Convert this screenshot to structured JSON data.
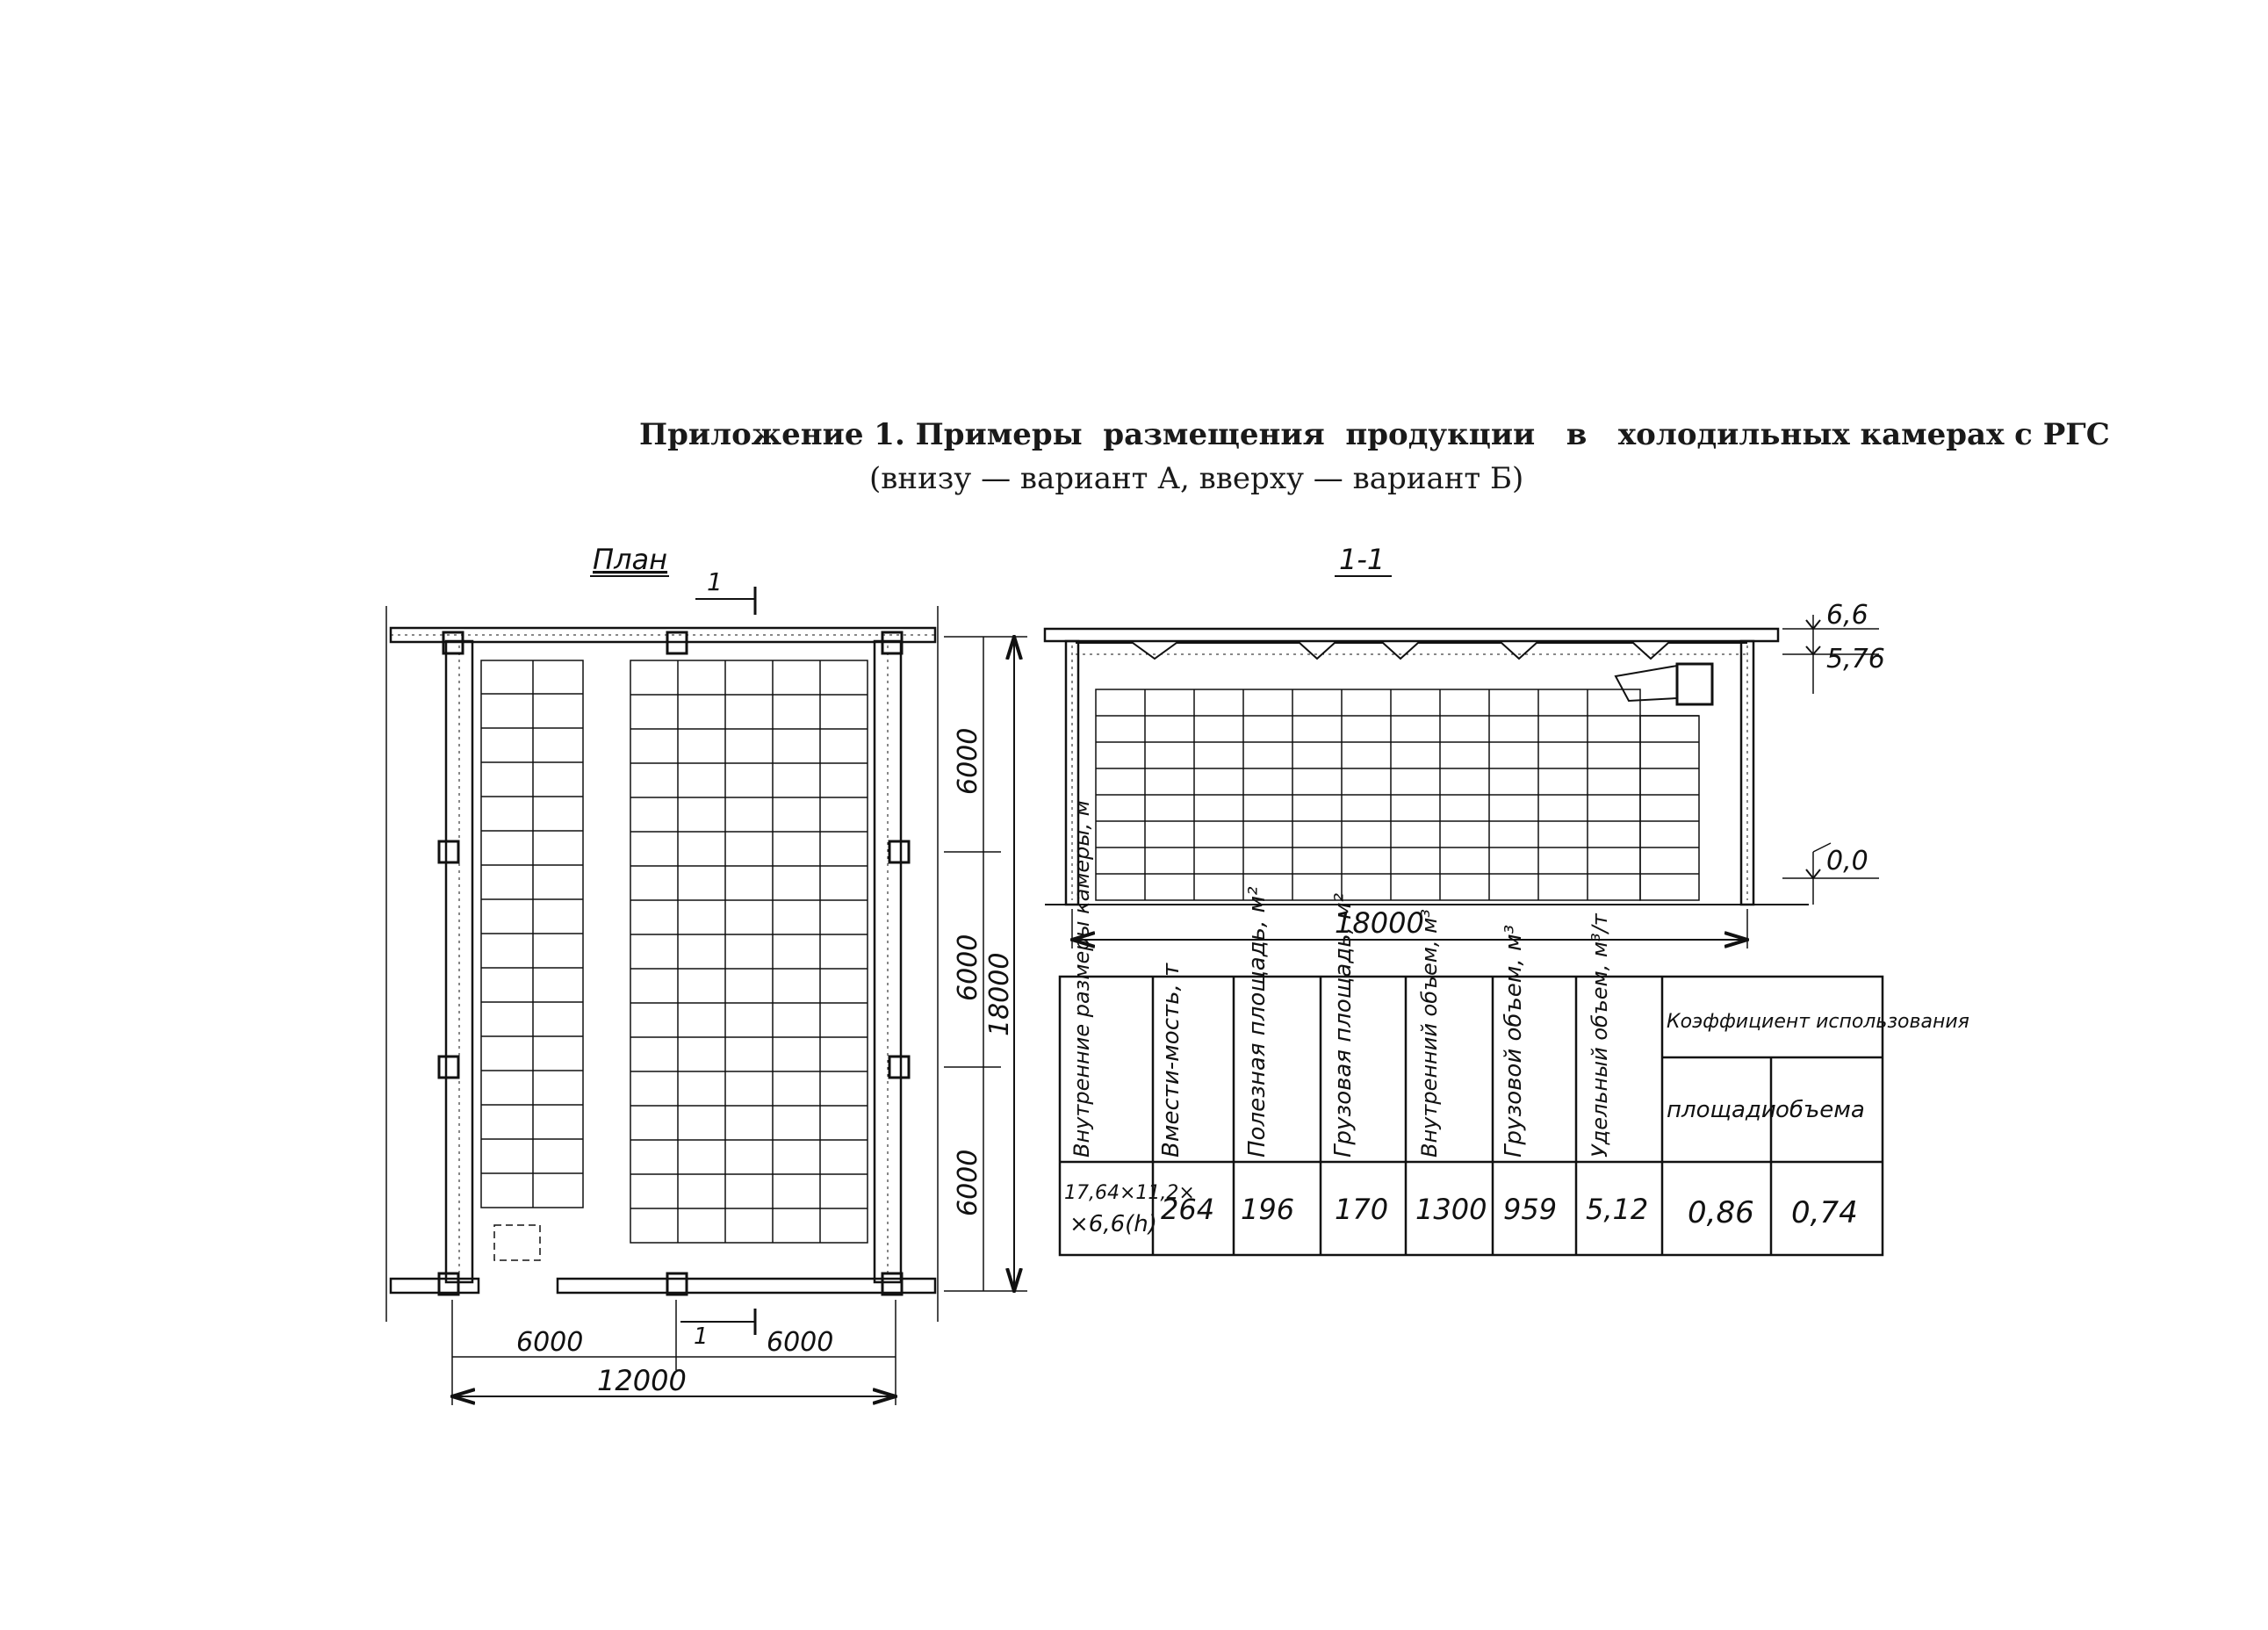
{
  "title": {
    "line1": "Приложение 1. Примеры  размещения  продукции   в   холодильных камерах с РГС",
    "line2": "(внизу — вариант А, вверху — вариант Б)"
  },
  "plan": {
    "label": "План",
    "section_mark": "1",
    "dims_right": [
      "6000",
      "6000",
      "6000"
    ],
    "dim_right_total": "18000",
    "dims_bottom": [
      "6000",
      "6000"
    ],
    "dim_bottom_total": "12000"
  },
  "section": {
    "label": "1-1",
    "dim_length": "18000",
    "levels": [
      "6,6",
      "5,76",
      "0,0"
    ]
  },
  "table": {
    "headers": [
      "Внутренние размеры камеры, м",
      "Вмести-мость, т",
      "Полезная площадь, м²",
      "Грузовая площадь, м²",
      "Внутренний объем, м³",
      "Грузовой объем, м³",
      "Удельный объем, м³/т"
    ],
    "group_header": "Коэффициент использования",
    "sub_headers": [
      "площади",
      "объема"
    ],
    "row": [
      "17,64×11,2×",
      "×6,6(h)",
      "264",
      "196",
      "170",
      "1300",
      "959",
      "5,12",
      "0,86",
      "0,74"
    ]
  },
  "colors": {
    "ink": "#1a1a1a"
  }
}
